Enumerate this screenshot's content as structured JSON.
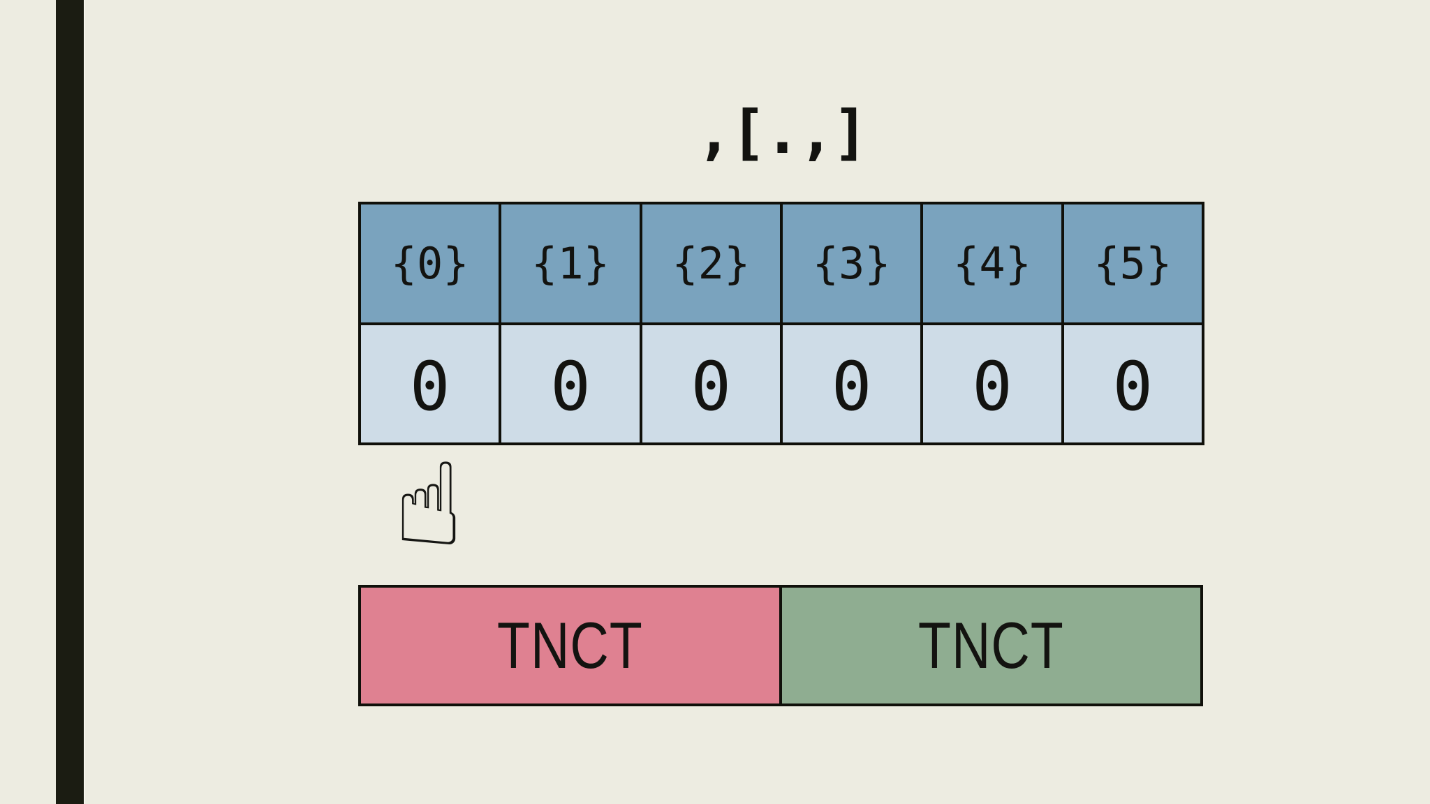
{
  "program": {
    "code": ",[.,]"
  },
  "tape": {
    "cells": [
      {
        "label": "{0}",
        "value": "0"
      },
      {
        "label": "{1}",
        "value": "0"
      },
      {
        "label": "{2}",
        "value": "0"
      },
      {
        "label": "{3}",
        "value": "0"
      },
      {
        "label": "{4}",
        "value": "0"
      },
      {
        "label": "{5}",
        "value": "0"
      }
    ]
  },
  "pointer": {
    "glyph": "☝",
    "points_to_cell": "{0}"
  },
  "actions": {
    "left": {
      "label": "TNCT",
      "color": "#df8191"
    },
    "right": {
      "label": "TNCT",
      "color": "#8fad91"
    }
  },
  "colors": {
    "background": "#edece1",
    "edge_bar": "#1b1c12",
    "cell_header_fill": "#7aa3be",
    "cell_value_fill": "#cedce7",
    "border": "#10100a",
    "text": "#131310"
  }
}
